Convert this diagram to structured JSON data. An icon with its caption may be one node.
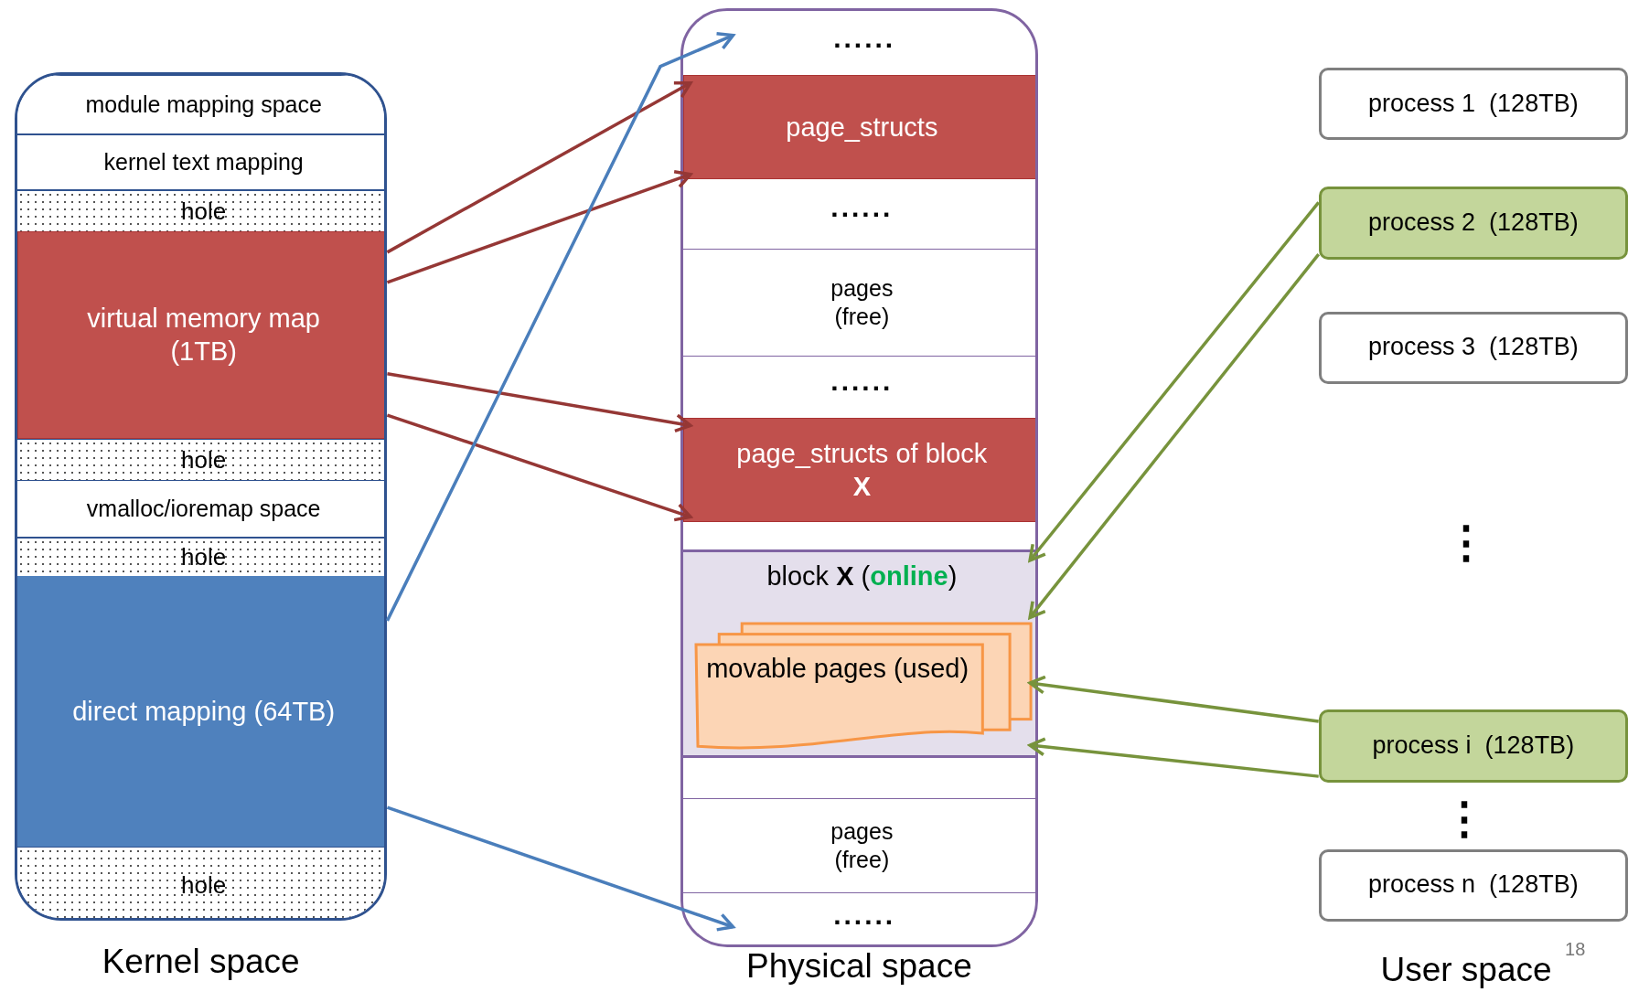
{
  "diagram": {
    "nodes": [
      {
        "text": [
          "Kernel space"
        ]
      },
      {
        "text": [
          "module mapping space"
        ],
        "in": 0
      },
      {
        "text": [
          "kernel text mapping"
        ],
        "in": 0
      },
      {
        "text": [
          "hole"
        ],
        "in": 0
      },
      {
        "text": [
          "virtual memory map (1TB)"
        ],
        "in": 0
      },
      {
        "text": [
          "hole"
        ],
        "in": 0
      },
      {
        "text": [
          "vmalloc/ioremap space"
        ],
        "in": 0
      },
      {
        "text": [
          "hole"
        ],
        "in": 0
      },
      {
        "text": [
          "direct mapping (64TB)"
        ],
        "in": 0
      },
      {
        "text": [
          "hole"
        ],
        "in": 0
      },
      {
        "text": [
          "Physical space"
        ]
      },
      {
        "text": [
          "......"
        ],
        "in": 10
      },
      {
        "text": [
          "page_structs"
        ],
        "in": 10
      },
      {
        "text": [
          "......"
        ],
        "in": 10
      },
      {
        "text": [
          "pages (free)"
        ],
        "in": 10
      },
      {
        "text": [
          "......"
        ],
        "in": 10
      },
      {
        "text": [
          "page_structs of block **X**"
        ],
        "in": 10
      },
      {
        "text": [
          "block **X** (**online**)"
        ],
        "in": 10
      },
      {
        "text": [
          "movable pages (used)"
        ],
        "in": 17
      },
      {
        "text": [
          "pages (free)"
        ],
        "in": 10
      },
      {
        "text": [
          "......"
        ],
        "in": 10
      },
      {
        "text": [
          "process 1  (128TB)"
        ]
      },
      {
        "text": [
          "process 2  (128TB)"
        ]
      },
      {
        "text": [
          "process 3  (128TB)"
        ]
      },
      {
        "text": [
          "process i  (128TB)"
        ]
      },
      {
        "text": [
          "process n  (128TB)"
        ]
      }
    ],
    "edges": [
      {
        "from": 4,
        "to": 12,
        "arrow": "to",
        "color": "#953735"
      },
      {
        "from": 4,
        "to": 12,
        "arrow": "to",
        "color": "#953735"
      },
      {
        "from": 4,
        "to": 16,
        "arrow": "to",
        "color": "#953735"
      },
      {
        "from": 4,
        "to": 16,
        "arrow": "to",
        "color": "#953735"
      },
      {
        "from": 8,
        "to": 11,
        "arrow": "to",
        "color": "#4a7ebb"
      },
      {
        "from": 8,
        "to": 20,
        "arrow": "to",
        "color": "#4a7ebb"
      },
      {
        "from": 22,
        "to": 17,
        "arrow": "to",
        "color": "#77933c"
      },
      {
        "from": 22,
        "to": 17,
        "arrow": "to",
        "color": "#77933c"
      },
      {
        "from": 24,
        "to": 17,
        "arrow": "to",
        "color": "#77933c"
      },
      {
        "from": 24,
        "to": 17,
        "arrow": "to",
        "color": "#77933c"
      }
    ],
    "labels": [
      "⋮",
      "⋮",
      "User space",
      "18"
    ]
  }
}
